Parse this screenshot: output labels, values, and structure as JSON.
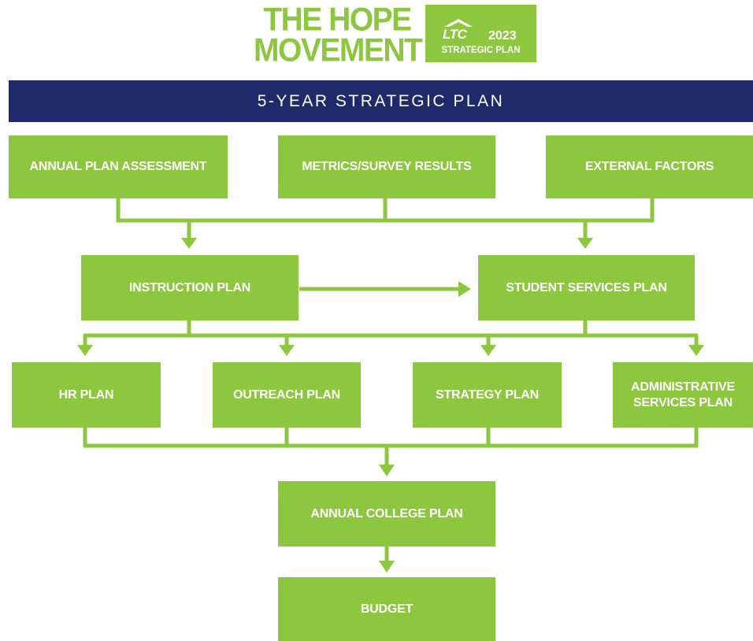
{
  "logo": {
    "title_line1": "THE HOPE",
    "title_line2": "MOVEMENT",
    "badge_brand": "LTC",
    "badge_year": "2023",
    "badge_subtitle": "STRATEGIC PLAN"
  },
  "banner": {
    "title": "5-YEAR STRATEGIC PLAN"
  },
  "inputs": {
    "assessment": "ANNUAL PLAN ASSESSMENT",
    "metrics": "METRICS/SURVEY RESULTS",
    "external": "EXTERNAL FACTORS"
  },
  "plans": {
    "instruction": "INSTRUCTION PLAN",
    "student_services": "STUDENT SERVICES PLAN"
  },
  "sub_plans": {
    "hr": "HR PLAN",
    "outreach": "OUTREACH PLAN",
    "strategy": "STRATEGY PLAN",
    "administrative_line1": "ADMINISTRATIVE",
    "administrative_line2": "SERVICES PLAN"
  },
  "outputs": {
    "annual_college_plan": "ANNUAL COLLEGE PLAN",
    "budget": "BUDGET"
  },
  "colors": {
    "green": "#8dc63f",
    "navy": "#1f2a6b"
  }
}
